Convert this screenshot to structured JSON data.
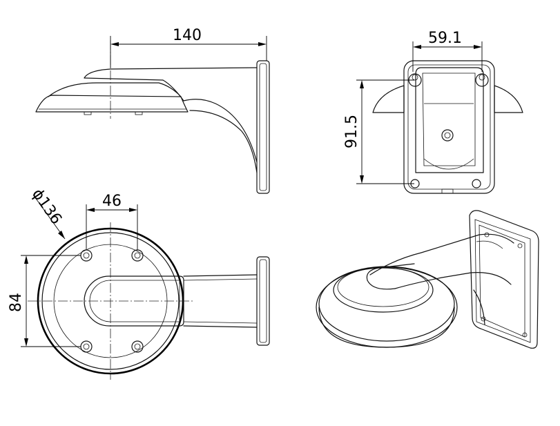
{
  "dimensions": {
    "width_top": "140",
    "back_width": "59.1",
    "back_height": "91.5",
    "diameter": "ϕ136",
    "hole_spacing_h": "46",
    "hole_spacing_v": "84"
  },
  "colors": {
    "line": "#111111",
    "background": "#ffffff"
  }
}
